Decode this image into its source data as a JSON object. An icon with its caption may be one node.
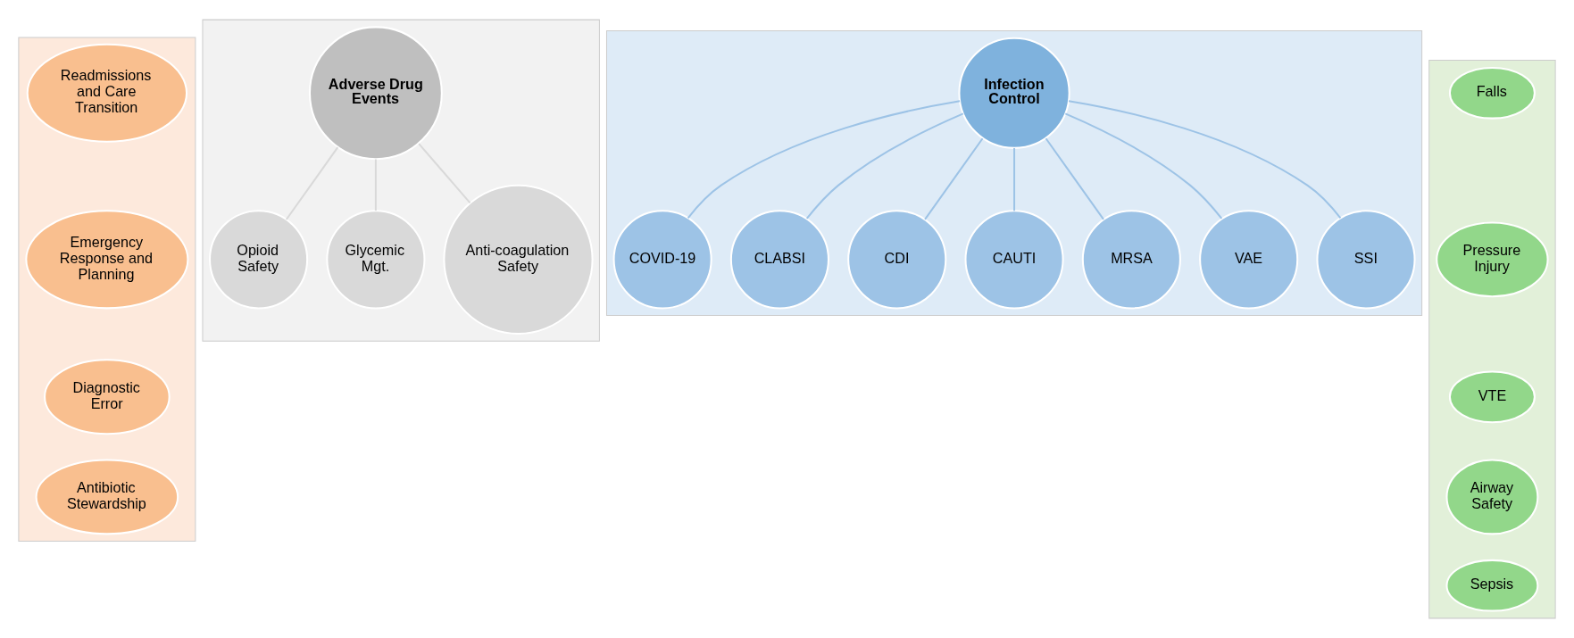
{
  "diagram": {
    "nodes": [
      {
        "text": [],
        "shape": "box"
      },
      {
        "text": [
          "Readmissions and Care Transition"
        ],
        "in": 0
      },
      {
        "text": [
          "Emergency Response and Planning"
        ],
        "in": 0
      },
      {
        "text": [
          "Diagnostic Error"
        ],
        "in": 0
      },
      {
        "text": [
          "Antibiotic Stewardship"
        ],
        "in": 0
      },
      {
        "text": [],
        "shape": "box"
      },
      {
        "text": [
          "Opioid Safety"
        ],
        "in": 5
      },
      {
        "text": [
          "Adverse Drug Events"
        ],
        "in": 5
      },
      {
        "text": [
          "Glycemic Mgt."
        ],
        "in": 5
      },
      {
        "text": [
          "Anti-coagulation Safety"
        ],
        "in": 5
      },
      {
        "text": [],
        "shape": "box"
      },
      {
        "text": [
          "COVID-19"
        ],
        "in": 10
      },
      {
        "text": [
          "CLABSI"
        ],
        "in": 10
      },
      {
        "text": [
          "CDI"
        ],
        "in": 10
      },
      {
        "text": [
          "Infection Control"
        ],
        "in": 10
      },
      {
        "text": [
          "CAUTI"
        ],
        "in": 10
      },
      {
        "text": [
          "MRSA"
        ],
        "in": 10
      },
      {
        "text": [
          "VAE"
        ],
        "in": 10
      },
      {
        "text": [
          "SSI"
        ],
        "in": 10
      },
      {
        "text": [],
        "shape": "box"
      },
      {
        "text": [
          "Falls"
        ],
        "in": 19
      },
      {
        "text": [
          "Pressure Injury"
        ],
        "in": 19
      },
      {
        "text": [
          "VTE"
        ],
        "in": 19
      },
      {
        "text": [
          "Airway Safety"
        ],
        "in": 19
      },
      {
        "text": [
          "Sepsis"
        ],
        "in": 19
      }
    ],
    "edges": [
      {
        "from": 7,
        "to": 6,
        "arrow": "none",
        "color": "#d9d9d9"
      },
      {
        "from": 7,
        "to": 8,
        "arrow": "none",
        "color": "#d9d9d9"
      },
      {
        "from": 7,
        "to": 9,
        "arrow": "none",
        "color": "#d9d9d9"
      },
      {
        "from": 14,
        "to": 11,
        "arrow": "none"
      },
      {
        "from": 14,
        "to": 12,
        "arrow": "none"
      },
      {
        "from": 14,
        "to": 13,
        "arrow": "none"
      },
      {
        "from": 14,
        "to": 15,
        "arrow": "none"
      },
      {
        "from": 14,
        "to": 16,
        "arrow": "none"
      },
      {
        "from": 14,
        "to": 17,
        "arrow": "none"
      },
      {
        "from": 14,
        "to": 18,
        "arrow": "none"
      }
    ]
  }
}
